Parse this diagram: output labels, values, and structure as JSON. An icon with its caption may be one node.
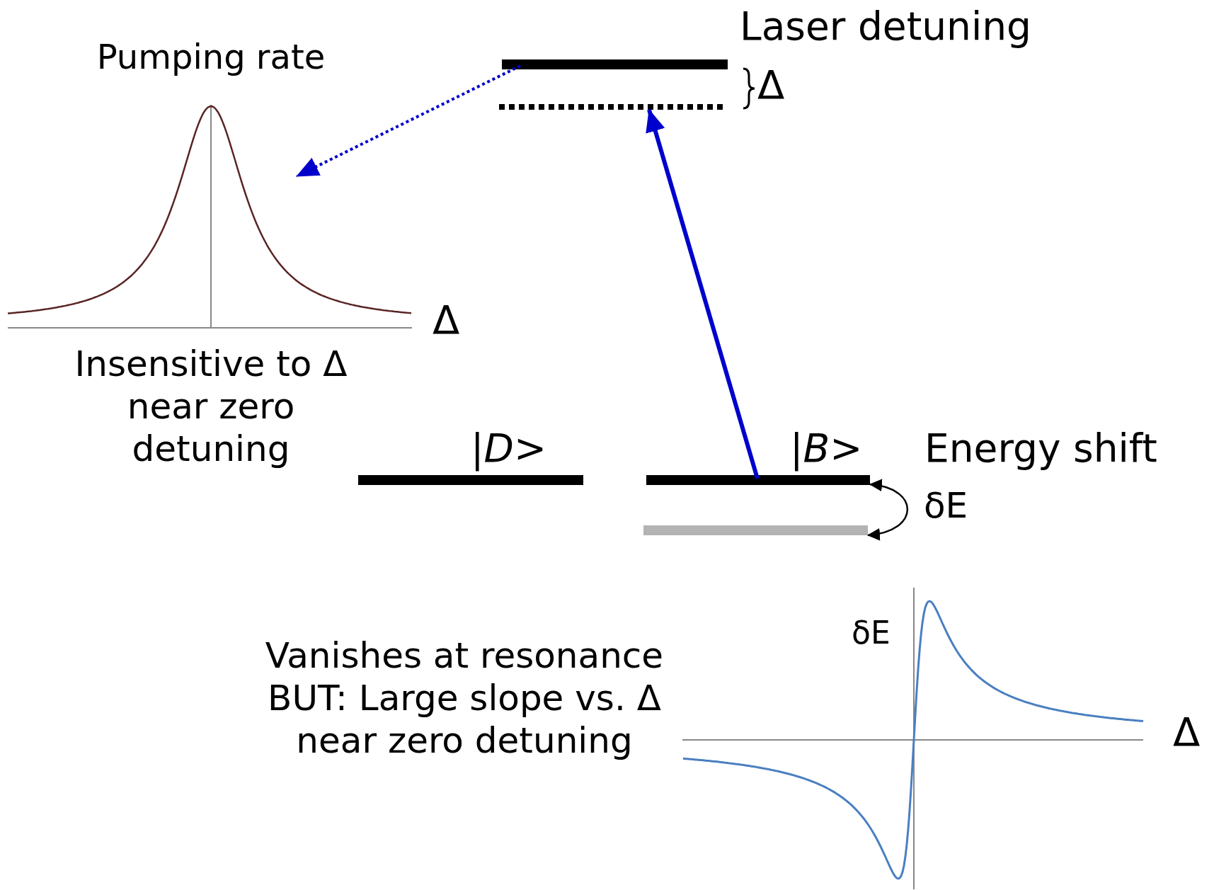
{
  "diagram": {
    "nodes": [
      {
        "text": [],
        "shape": "bar"
      },
      {
        "text": [],
        "shape": "bar"
      },
      {
        "text": [
          "|*D*>"
        ]
      },
      {
        "text": [
          "|*B*>"
        ]
      },
      {
        "text": [],
        "shape": "bar"
      },
      {
        "text": [],
        "shape": "picture",
        "beside": [
          "Pumping rate",
          "Δ"
        ]
      }
    ],
    "edges": [
      {
        "from": 3,
        "to": 1,
        "arrow": "to",
        "color": "#0000cc"
      },
      {
        "from": 0,
        "to": 5,
        "arrow": "to",
        "style": "dashed",
        "color": "#0000cc"
      },
      {
        "from": 3,
        "to": 4,
        "arrow": "both",
        "label": "δE",
        "color": "#000000"
      }
    ],
    "labels": [
      "Laser detuning",
      "Δ",
      "Insensitive to Δ near zero detuning",
      "Energy shift",
      "δE",
      "Vanishes at resonance BUT: Large slope vs. Δ near zero detuning",
      "Δ"
    ]
  }
}
